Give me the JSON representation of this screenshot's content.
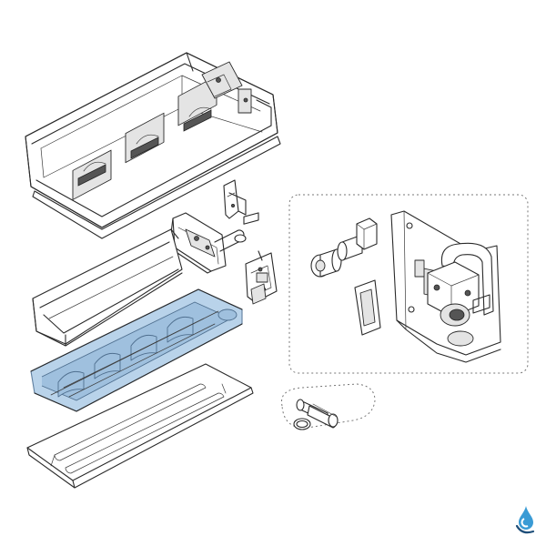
{
  "diagram": {
    "colors": {
      "line": "#2a2a2a",
      "highlight_fill": "#b9d3ea",
      "highlight_stroke": "#5f7f9f",
      "logo_blue": "#3a9bd5",
      "logo_dark": "#1f4f7a"
    },
    "parts": [
      "unit-casing",
      "fan-mounting-bracket",
      "control-box-cover",
      "control-box-bracket",
      "drain-pan",
      "fan-assembly-highlighted",
      "bottom-panel",
      "drain-pump-assembly",
      "drain-hose-fitting"
    ],
    "highlighted_part": "fan-assembly-highlighted",
    "logo_icon": "water-drop-logo-icon"
  }
}
